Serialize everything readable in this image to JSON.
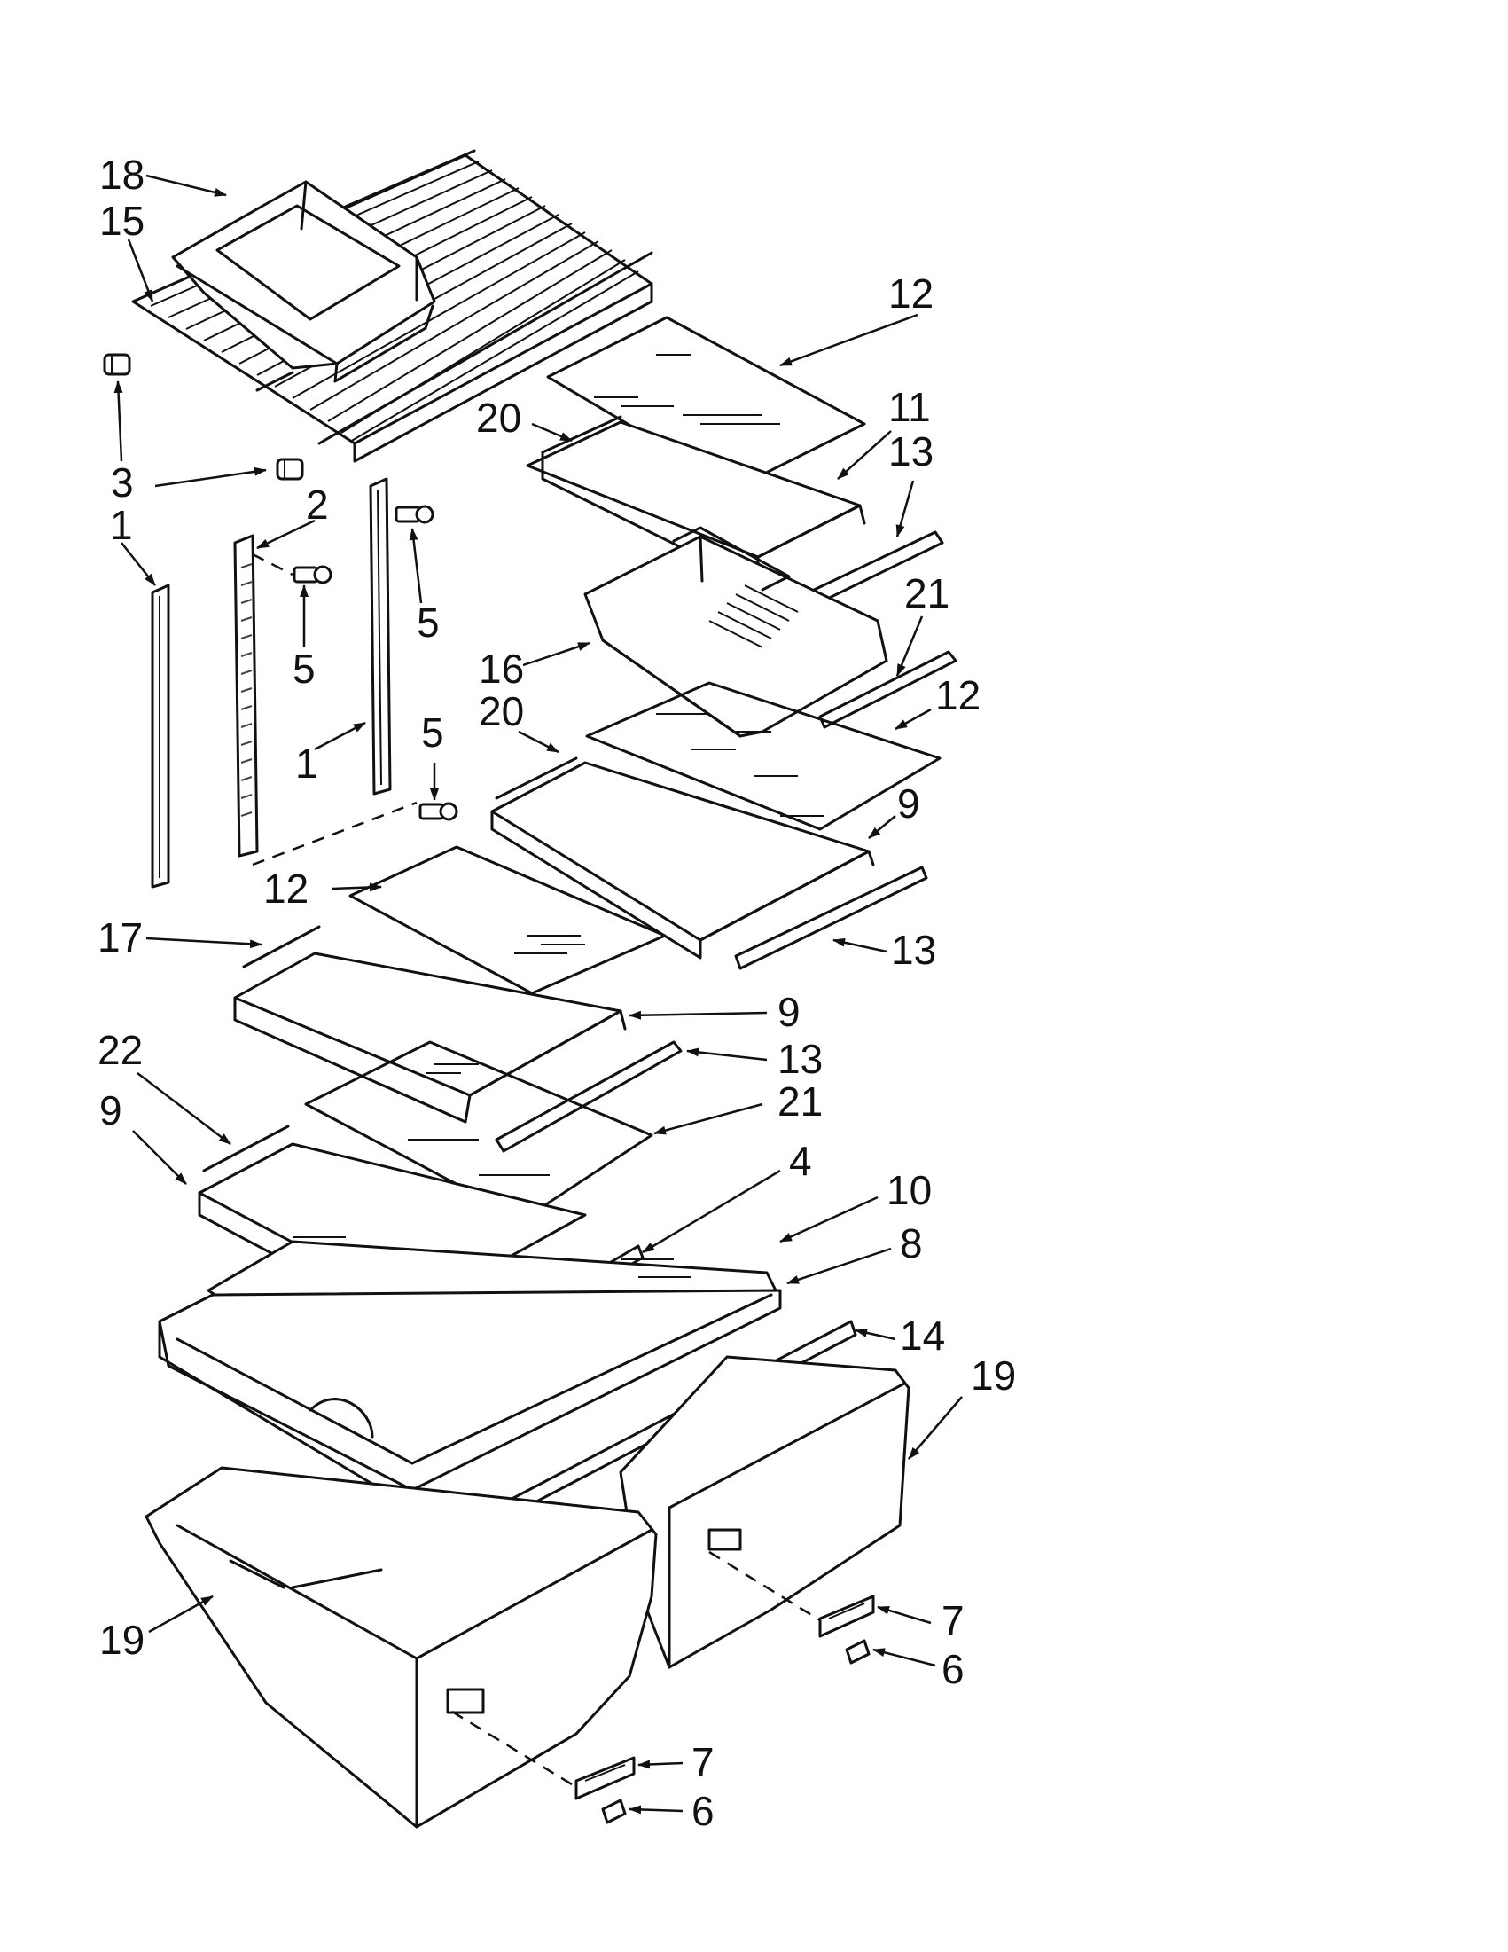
{
  "callouts": [
    {
      "id": "18",
      "text": "18"
    },
    {
      "id": "15",
      "text": "15"
    },
    {
      "id": "3",
      "text": "3"
    },
    {
      "id": "12a",
      "text": "12"
    },
    {
      "id": "20a",
      "text": "20"
    },
    {
      "id": "11",
      "text": "11"
    },
    {
      "id": "13a",
      "text": "13"
    },
    {
      "id": "2",
      "text": "2"
    },
    {
      "id": "1a",
      "text": "1"
    },
    {
      "id": "5a",
      "text": "5"
    },
    {
      "id": "5b",
      "text": "5"
    },
    {
      "id": "5c",
      "text": "5"
    },
    {
      "id": "1b",
      "text": "1"
    },
    {
      "id": "21a",
      "text": "21"
    },
    {
      "id": "16",
      "text": "16"
    },
    {
      "id": "20b",
      "text": "20"
    },
    {
      "id": "12b",
      "text": "12"
    },
    {
      "id": "9a",
      "text": "9"
    },
    {
      "id": "12c",
      "text": "12"
    },
    {
      "id": "17",
      "text": "17"
    },
    {
      "id": "13b",
      "text": "13"
    },
    {
      "id": "9b",
      "text": "9"
    },
    {
      "id": "13c",
      "text": "13"
    },
    {
      "id": "22",
      "text": "22"
    },
    {
      "id": "21b",
      "text": "21"
    },
    {
      "id": "9c",
      "text": "9"
    },
    {
      "id": "4",
      "text": "4"
    },
    {
      "id": "10",
      "text": "10"
    },
    {
      "id": "8",
      "text": "8"
    },
    {
      "id": "14",
      "text": "14"
    },
    {
      "id": "19a",
      "text": "19"
    },
    {
      "id": "19b",
      "text": "19"
    },
    {
      "id": "7a",
      "text": "7"
    },
    {
      "id": "6a",
      "text": "6"
    },
    {
      "id": "7b",
      "text": "7"
    },
    {
      "id": "6b",
      "text": "6"
    }
  ]
}
